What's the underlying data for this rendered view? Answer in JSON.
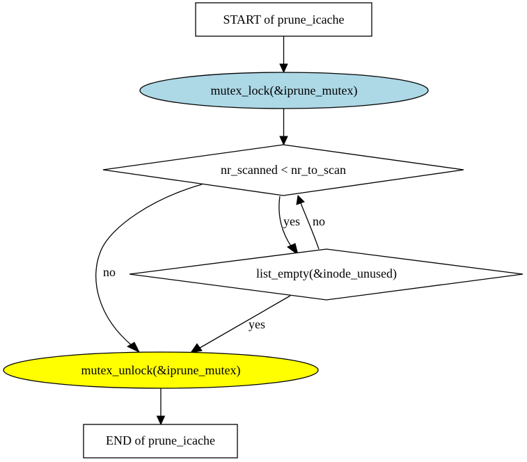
{
  "diagram": {
    "type": "flowchart",
    "nodes": {
      "start": {
        "label": "START of prune_icache",
        "shape": "box",
        "fill": "#ffffff"
      },
      "lock": {
        "label": "mutex_lock(&iprune_mutex)",
        "shape": "ellipse",
        "fill": "#add8e6"
      },
      "loop_cond": {
        "label": "nr_scanned < nr_to_scan",
        "shape": "diamond",
        "fill": "#ffffff"
      },
      "list_check": {
        "label": "list_empty(&inode_unused)",
        "shape": "diamond",
        "fill": "#ffffff"
      },
      "unlock": {
        "label": "mutex_unlock(&iprune_mutex)",
        "shape": "ellipse",
        "fill": "#ffff00"
      },
      "end": {
        "label": "END of prune_icache",
        "shape": "box",
        "fill": "#ffffff"
      }
    },
    "edges": {
      "start_to_lock": {
        "from": "start",
        "to": "lock",
        "label": ""
      },
      "lock_to_cond": {
        "from": "lock",
        "to": "loop_cond",
        "label": ""
      },
      "cond_yes": {
        "from": "loop_cond",
        "to": "list_check",
        "label": "yes"
      },
      "list_no": {
        "from": "list_check",
        "to": "loop_cond",
        "label": "no"
      },
      "cond_no": {
        "from": "loop_cond",
        "to": "unlock",
        "label": "no"
      },
      "list_yes": {
        "from": "list_check",
        "to": "unlock",
        "label": "yes"
      },
      "unlock_to_end": {
        "from": "unlock",
        "to": "end",
        "label": ""
      }
    }
  }
}
